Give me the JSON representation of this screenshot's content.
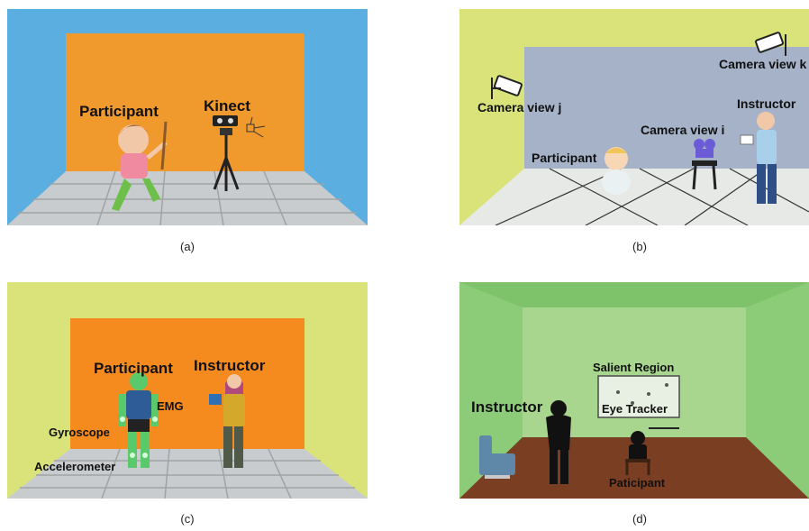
{
  "panels": [
    {
      "id": "a",
      "caption": "(a)",
      "labels": {
        "participant": "Participant",
        "sensor": "Kinect"
      },
      "colors": {
        "outer": "#5aaee0",
        "wall": "#f09a2e",
        "floor": "#c9cccf"
      }
    },
    {
      "id": "b",
      "caption": "(b)",
      "labels": {
        "camera_k": "Camera view k",
        "camera_j": "Camera view j",
        "camera_i": "Camera view i",
        "instructor": "Instructor",
        "participant": "Participant"
      },
      "colors": {
        "outer": "#d9e37a",
        "wall": "#a6b2c8",
        "floor": "#e6e9e6"
      }
    },
    {
      "id": "c",
      "caption": "(c)",
      "labels": {
        "participant": "Participant",
        "instructor": "Instructor",
        "emg": "EMG",
        "gyroscope": "Gyroscope",
        "accelerometer": "Accelerometer"
      },
      "colors": {
        "outer": "#d9e37a",
        "wall": "#f58b1f",
        "floor": "#c9cccf"
      }
    },
    {
      "id": "d",
      "caption": "(d)",
      "labels": {
        "salient_region": "Salient Region",
        "eye_tracker": "Eye Tracker",
        "instructor": "Instructor",
        "participant": "Paticipant"
      },
      "colors": {
        "outer": "#7ec26a",
        "wall": "#a9d68e",
        "floor": "#7a3e22"
      }
    }
  ]
}
